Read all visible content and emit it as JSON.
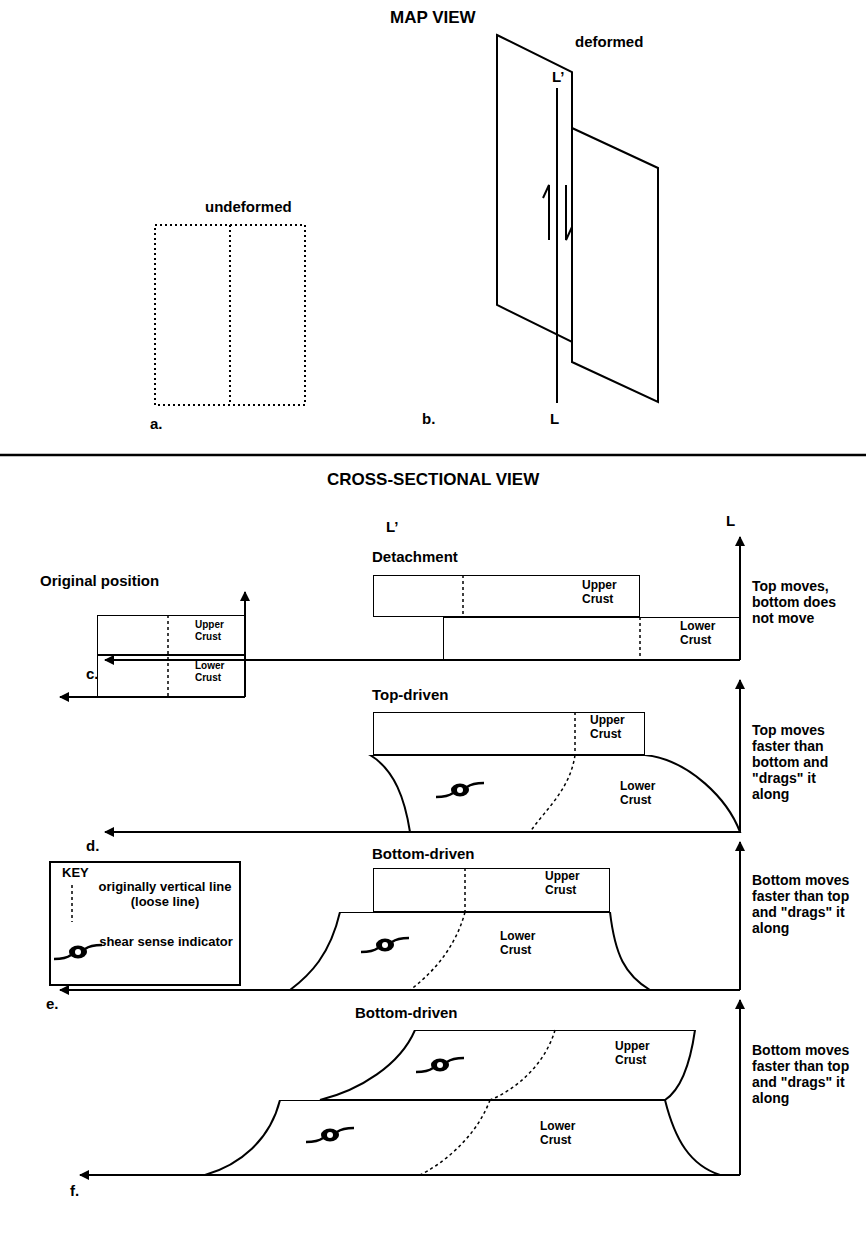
{
  "diagram": {
    "nodes": [
      {
        "text": [
          "Upper Crust"
        ]
      },
      {
        "text": [
          "Lower Crust"
        ]
      },
      {
        "text": [
          "Upper Crust"
        ]
      },
      {
        "text": [
          "Lower Crust"
        ]
      },
      {
        "text": [
          "Upper Crust"
        ]
      },
      {
        "text": [
          "Lower Crust"
        ]
      },
      {
        "text": [
          "Upper Crust"
        ]
      },
      {
        "text": [
          "Lower Crust"
        ]
      },
      {
        "text": [
          "Upper Crust"
        ]
      },
      {
        "text": [
          "Lower Crust"
        ]
      }
    ],
    "labels": [
      "MAP VIEW",
      "deformed",
      "L’",
      "undeformed",
      "a.",
      "b.",
      "L",
      "CROSS-SECTIONAL VIEW",
      "L’",
      "L",
      "Detachment",
      "Top  moves, bottom does not move",
      "Original position",
      "c.",
      "Top-driven",
      "Top moves faster than bottom and \"drags\" it along",
      "d.",
      "KEY",
      "Bottom-driven",
      "Bottom moves faster than top and \"drags\" it along",
      "e.",
      "Bottom-driven",
      "Bottom moves faster than top and \"drags\" it along",
      "f."
    ],
    "legend": [
      {
        "text": "originally vertical line (loose line)"
      },
      {
        "text": "shear sense indicator"
      }
    ]
  }
}
